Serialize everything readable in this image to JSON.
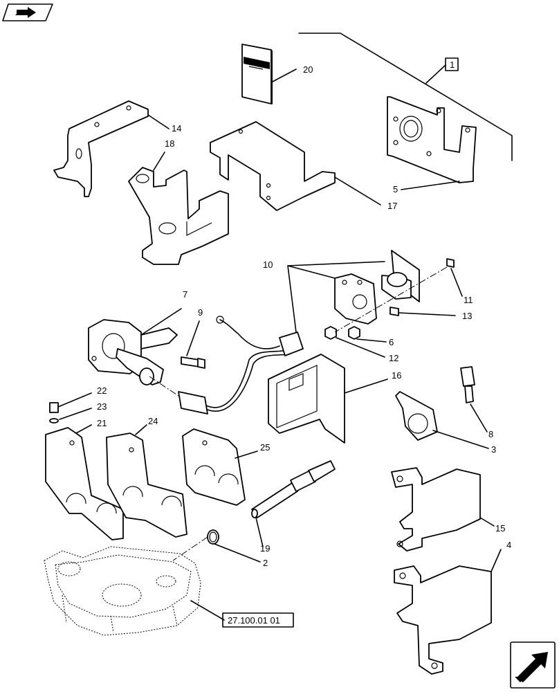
{
  "callouts": {
    "c1": "1",
    "c2": "2",
    "c3": "3",
    "c4": "4",
    "c5": "5",
    "c6": "6",
    "c7": "7",
    "c8": "8",
    "c9": "9",
    "c10": "10",
    "c11": "11",
    "c12": "12",
    "c13": "13",
    "c14": "14",
    "c15": "15",
    "c16": "16",
    "c17": "17",
    "c18": "18",
    "c19": "19",
    "c20": "20",
    "c21": "21",
    "c22": "22",
    "c23": "23",
    "c24": "24",
    "c25": "25"
  },
  "reference": "27.100.01 01",
  "icons": {
    "top_left": "book-arrow-icon",
    "bottom_right": "next-page-arrow-icon"
  }
}
